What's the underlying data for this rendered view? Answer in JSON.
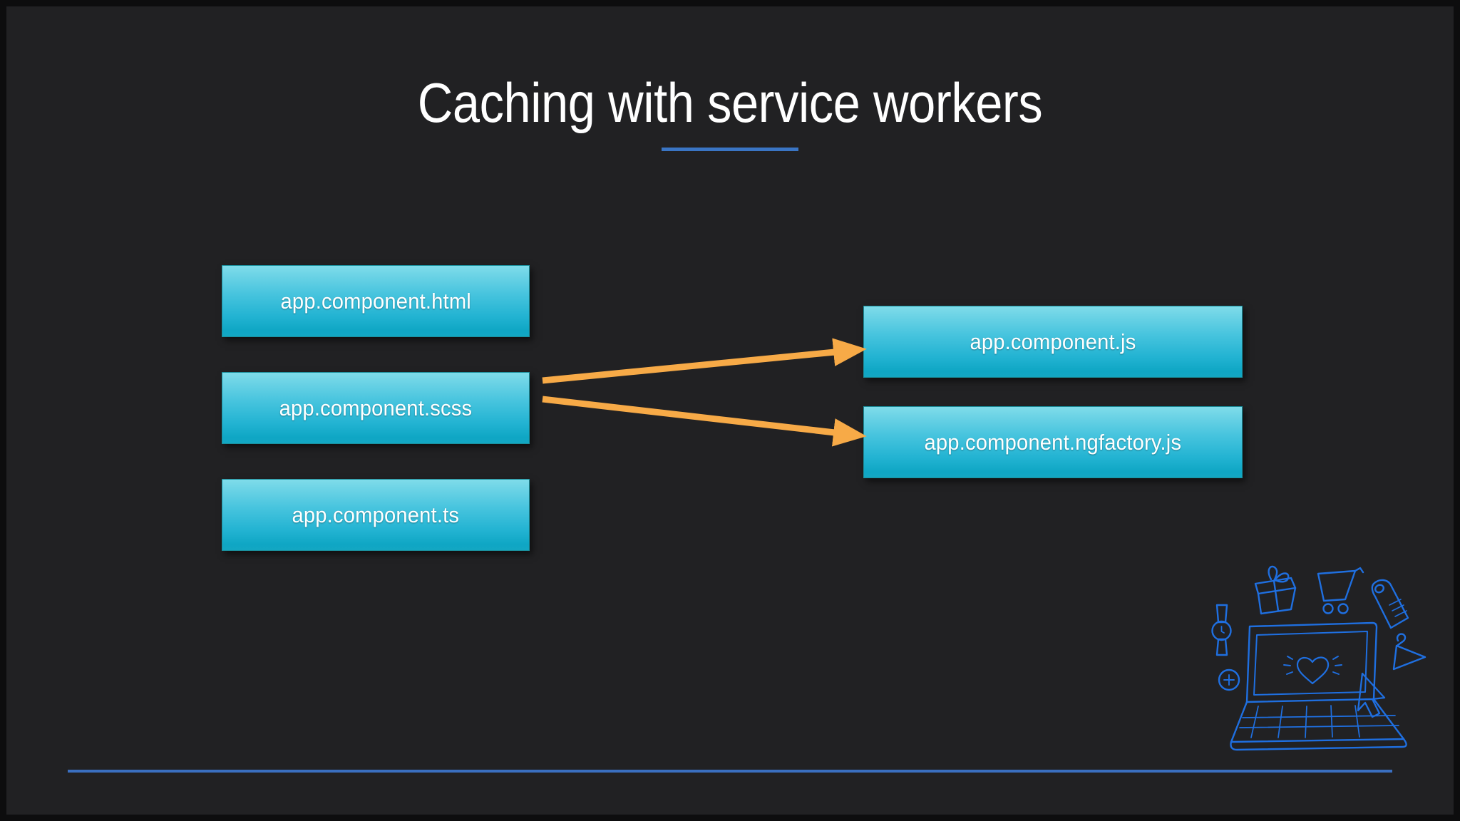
{
  "slide": {
    "title": "Caching with service workers",
    "background_color": "#212123",
    "frame_color": "#0d0d0e",
    "accent_rule_color": "#3a75c4",
    "footer_rule_color": "#3a6fc0"
  },
  "diagram": {
    "type": "flow",
    "node_fill_top": "#7fdcea",
    "node_fill_bottom": "#0fa6c4",
    "node_border": "#1a8f9c",
    "node_text_color": "#ffffff",
    "arrow_color": "#f7aa47",
    "source_nodes": [
      {
        "id": "html",
        "label": "app.component.html"
      },
      {
        "id": "scss",
        "label": "app.component.scss"
      },
      {
        "id": "ts",
        "label": "app.component.ts"
      }
    ],
    "output_nodes": [
      {
        "id": "js",
        "label": "app.component.js"
      },
      {
        "id": "ngfactory",
        "label": "app.component.ngfactory.js"
      }
    ],
    "edges": [
      {
        "from": "scss",
        "to": "js"
      },
      {
        "from": "scss",
        "to": "ngfactory"
      }
    ]
  },
  "illustration": {
    "name": "ecommerce-laptop-line-art",
    "stroke_color": "#1f6fe0",
    "items": [
      "wristwatch-icon",
      "plus-circle-icon",
      "gift-box-icon",
      "shopping-cart-icon",
      "price-tag-icon",
      "clothes-hanger-icon",
      "laptop-icon",
      "heart-icon",
      "mouse-cursor-icon"
    ]
  }
}
